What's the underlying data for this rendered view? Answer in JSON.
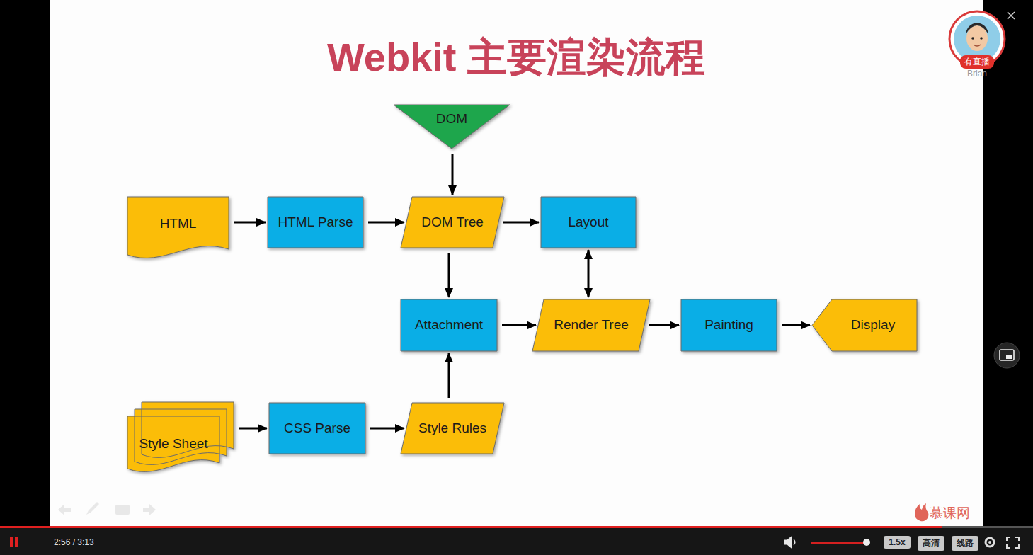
{
  "diagram": {
    "title": "Webkit 主要渲染流程",
    "nodes": [
      {
        "text": [
          "DOM"
        ]
      },
      {
        "text": [
          "HTML"
        ]
      },
      {
        "text": [
          "HTML Parse"
        ]
      },
      {
        "text": [
          "DOM Tree"
        ]
      },
      {
        "text": [
          "Layout"
        ]
      },
      {
        "text": [
          "Attachment"
        ]
      },
      {
        "text": [
          "Render Tree"
        ]
      },
      {
        "text": [
          "Painting"
        ]
      },
      {
        "text": [
          "Display"
        ]
      },
      {
        "text": [
          "Style Sheet"
        ]
      },
      {
        "text": [
          "CSS Parse"
        ]
      },
      {
        "text": [
          "Style Rules"
        ]
      }
    ],
    "edges": [
      {
        "from": 0,
        "to": 3,
        "arrow": "to"
      },
      {
        "from": 1,
        "to": 2,
        "arrow": "to"
      },
      {
        "from": 2,
        "to": 3,
        "arrow": "to"
      },
      {
        "from": 3,
        "to": 4,
        "arrow": "to"
      },
      {
        "from": 3,
        "to": 5,
        "arrow": "to"
      },
      {
        "from": 4,
        "to": 6,
        "arrow": "both"
      },
      {
        "from": 5,
        "to": 6,
        "arrow": "to"
      },
      {
        "from": 6,
        "to": 7,
        "arrow": "to"
      },
      {
        "from": 7,
        "to": 8,
        "arrow": "to"
      },
      {
        "from": 9,
        "to": 10,
        "arrow": "to"
      },
      {
        "from": 10,
        "to": 11,
        "arrow": "to"
      },
      {
        "from": 11,
        "to": 5,
        "arrow": "to"
      }
    ],
    "labels": [
      "2:56 / 3:13",
      "1.5x",
      "高清",
      "线路",
      "有直播",
      "Brian",
      "慕课网"
    ]
  }
}
